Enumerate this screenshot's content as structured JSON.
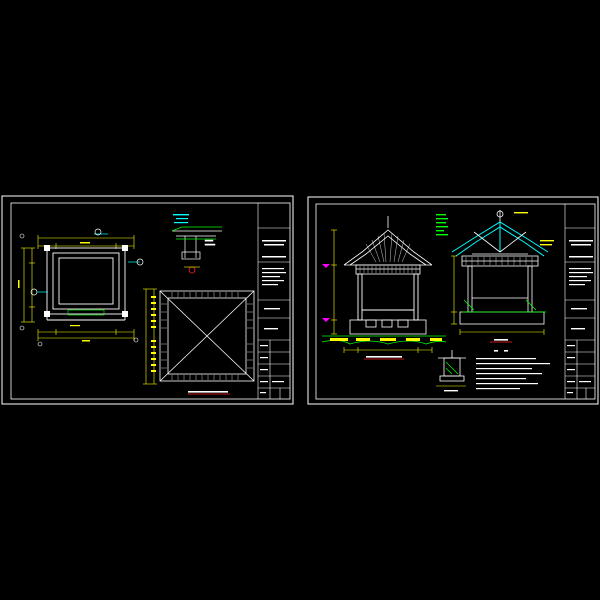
{
  "colors": {
    "background": "#000000",
    "frame": "#ffffff",
    "line": "#ffffff",
    "dimension": "#ffff00",
    "accent_green": "#00ff00",
    "accent_cyan": "#00ffff",
    "accent_red": "#ff2020",
    "accent_magenta": "#ff00ff"
  },
  "sheets": [
    {
      "id": "sheet-left",
      "views": [
        "floor-plan",
        "roof-plan",
        "detail"
      ]
    },
    {
      "id": "sheet-right",
      "views": [
        "front-elevation",
        "section",
        "foundation-detail",
        "notes"
      ]
    }
  ]
}
